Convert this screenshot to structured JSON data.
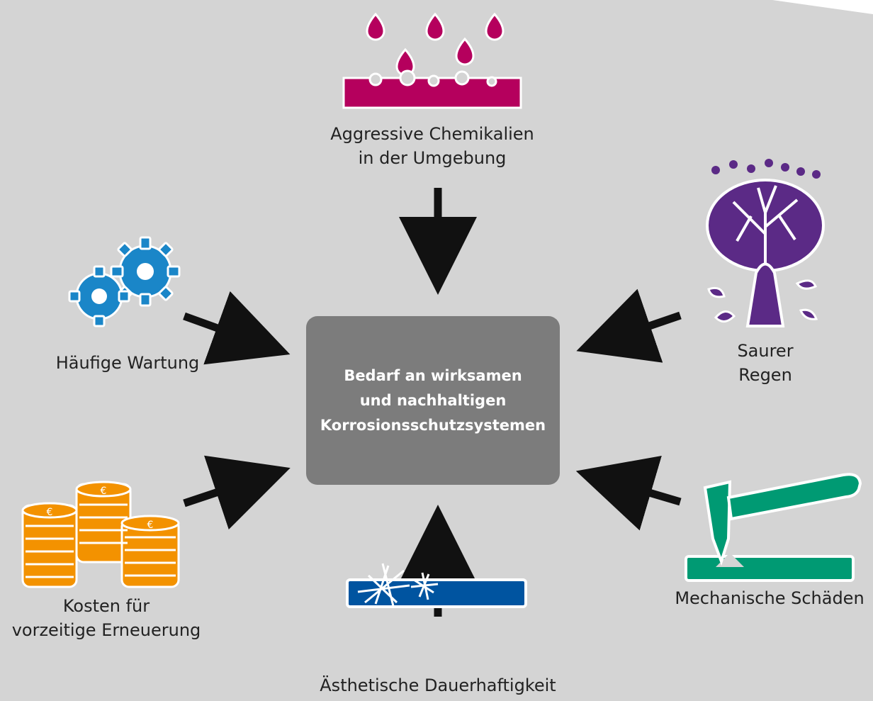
{
  "center": {
    "text": "Bedarf an wirksamen\nund nachhaltigen\nKorrosionsschutzsystemen"
  },
  "factors": {
    "chemicals": {
      "label": "Aggressive Chemikalien\nin der Umgebung",
      "icon": "chemical-drops-icon",
      "color": "#b5005d"
    },
    "acid_rain": {
      "label": "Saurer\nRegen",
      "icon": "tree-acid-rain-icon",
      "color": "#5b2a86"
    },
    "maintenance": {
      "label": "Häufige Wartung",
      "icon": "gears-icon",
      "color": "#1a86c8"
    },
    "costs": {
      "label": "Kosten für\nvorzeitige Erneuerung",
      "icon": "euro-coins-icon",
      "color": "#f39200"
    },
    "mechanical": {
      "label": "Mechanische Schäden",
      "icon": "hammer-icon",
      "color": "#009a73"
    },
    "aesthetics": {
      "label": "Ästhetische Dauerhaftigkeit",
      "icon": "scratched-surface-icon",
      "color": "#0054a0"
    }
  },
  "coin_symbol": "€"
}
